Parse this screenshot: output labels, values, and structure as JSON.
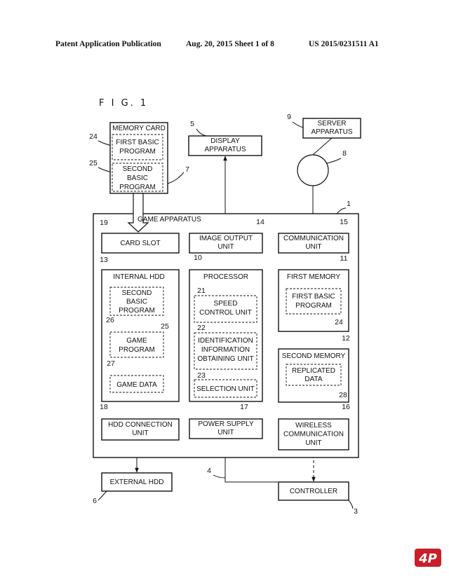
{
  "header": {
    "publication": "Patent Application Publication",
    "date_sheet": "Aug. 20, 2015  Sheet 1 of 8",
    "number": "US 2015/0231511 A1"
  },
  "figure_title": "F I G. 1",
  "blocks": {
    "memory_card": "MEMORY CARD",
    "first_basic_program": [
      "FIRST BASIC",
      "PROGRAM"
    ],
    "second_basic_program_card": [
      "SECOND",
      "BASIC",
      "PROGRAM"
    ],
    "display_apparatus": [
      "DISPLAY",
      "APPARATUS"
    ],
    "server_apparatus": [
      "SERVER",
      "APPARATUS"
    ],
    "game_apparatus": "GAME APPARATUS",
    "card_slot": "CARD SLOT",
    "image_output_unit": [
      "IMAGE OUTPUT",
      "UNIT"
    ],
    "communication_unit": [
      "COMMUNICATION",
      "UNIT"
    ],
    "internal_hdd": "INTERNAL HDD",
    "second_basic_program_hdd": [
      "SECOND",
      "BASIC",
      "PROGRAM"
    ],
    "game_program": [
      "GAME",
      "PROGRAM"
    ],
    "game_data": "GAME DATA",
    "processor": "PROCESSOR",
    "speed_control_unit": [
      "SPEED",
      "CONTROL UNIT"
    ],
    "identification_unit": [
      "IDENTIFICATION",
      "INFORMATION",
      "OBTAINING UNIT"
    ],
    "selection_unit": "SELECTION UNIT",
    "first_memory": "FIRST MEMORY",
    "first_basic_program_mem": [
      "FIRST BASIC",
      "PROGRAM"
    ],
    "second_memory": "SECOND MEMORY",
    "replicated_data": [
      "REPLICATED",
      "DATA"
    ],
    "hdd_connection_unit": [
      "HDD CONNECTION",
      "UNIT"
    ],
    "power_supply_unit": [
      "POWER SUPPLY",
      "UNIT"
    ],
    "wireless_communication_unit": [
      "WIRELESS",
      "COMMUNICATION",
      "UNIT"
    ],
    "external_hdd": "EXTERNAL HDD",
    "controller": "CONTROLLER"
  },
  "refs": {
    "game_apparatus": "1",
    "controller": "3",
    "power_line": "4",
    "display_apparatus": "5",
    "external_hdd": "6",
    "memory_card": "7",
    "network": "8",
    "server_apparatus": "9",
    "processor": "10",
    "first_memory": "11",
    "second_memory": "12",
    "internal_hdd": "13",
    "image_output_unit": "14",
    "communication_unit": "15",
    "wireless_communication_unit": "16",
    "power_supply_unit": "17",
    "hdd_connection_unit": "18",
    "card_slot": "19",
    "speed_control_unit": "21",
    "identification_unit": "22",
    "selection_unit": "23",
    "first_basic_program_card": "24",
    "second_basic_program_card": "25",
    "second_basic_program_hdd": "25",
    "game_program": "26",
    "game_data": "27",
    "replicated_data": "28",
    "first_basic_program_mem": "24"
  },
  "logo": {
    "text": "4P",
    "color": "#c8202a"
  }
}
